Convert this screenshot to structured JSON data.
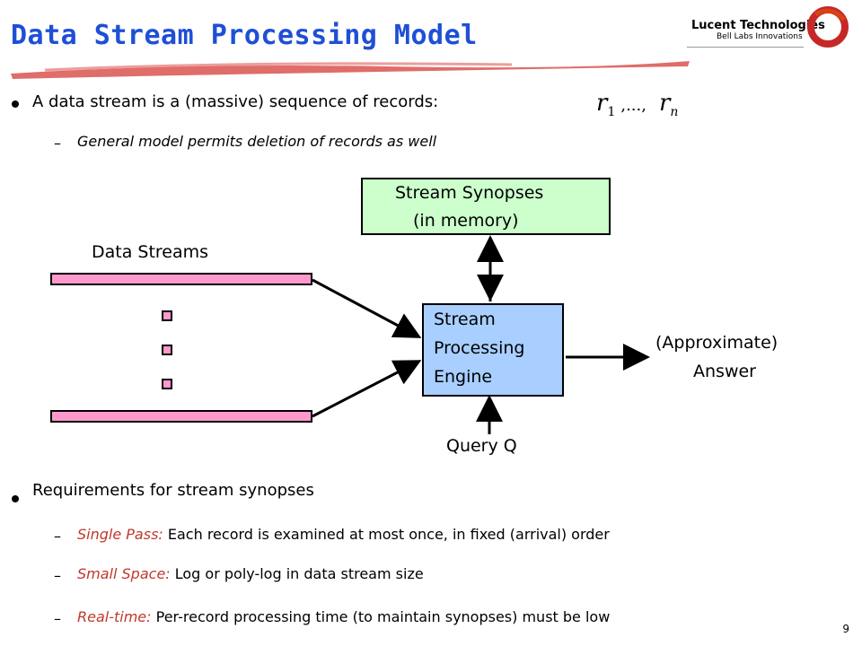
{
  "slide": {
    "title": "Data Stream Processing Model",
    "page_number": "9",
    "logo": {
      "name": "Lucent Technologies",
      "subtitle": "Bell Labs Innovations"
    },
    "colors": {
      "title": "#1f4fd6",
      "synopses_box": "#ccffcc",
      "engine_box": "#a8cfff",
      "streams": "#ff99cc",
      "emphasis": "#c0392b"
    }
  },
  "intro": {
    "bullet": "A data stream is a (massive) sequence of records:",
    "formula_r1": "r",
    "formula_sub1": "1",
    "formula_mid": ",...,",
    "formula_rn": "r",
    "formula_subn": "n",
    "sub": "General model permits deletion of records as well"
  },
  "diagram": {
    "synopses_line1": "Stream Synopses",
    "synopses_line2": "(in memory)",
    "data_streams": "Data Streams",
    "engine_line1": "Stream",
    "engine_line2": "Processing",
    "engine_line3": "Engine",
    "answer_line1": "(Approximate)",
    "answer_line2": "Answer",
    "query": "Query Q"
  },
  "requirements": {
    "bullet": "Requirements for stream synopses",
    "items": [
      {
        "term": "Single Pass:",
        "text": " Each record is examined at most once, in fixed (arrival) order"
      },
      {
        "term": "Small Space:",
        "text": " Log or poly-log in data stream size"
      },
      {
        "term": "Real-time:",
        "text": " Per-record processing time (to maintain synopses) must be low"
      }
    ]
  }
}
